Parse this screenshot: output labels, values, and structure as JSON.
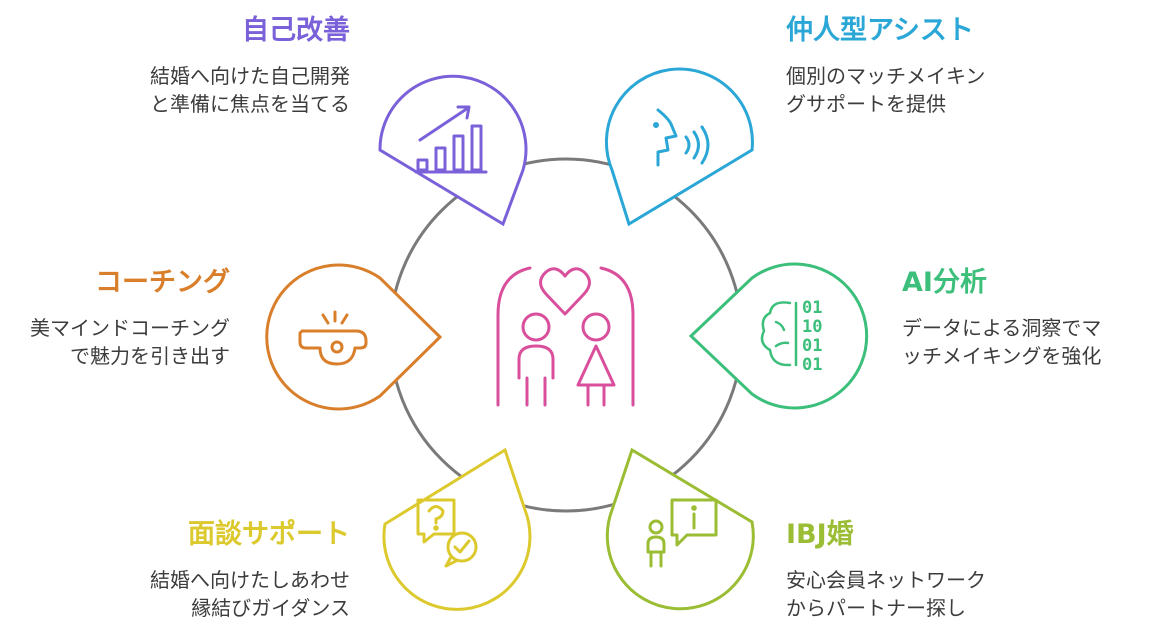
{
  "colors": {
    "purple": "#7b61d9",
    "blue": "#2aa7d6",
    "orange": "#d97f2b",
    "green": "#3cbf7a",
    "yellow": "#dcc92e",
    "olive": "#9bbd34",
    "pink": "#d94f9c",
    "ring": "#7a7a7a"
  },
  "center": {
    "icon": "couple-heart-arch-icon"
  },
  "items": [
    {
      "title": "自己改善",
      "desc": "結婚へ向けた自己開発\nと準備に焦点を当てる",
      "icon": "growth-chart-icon"
    },
    {
      "title": "仲人型アシスト",
      "desc": "個別のマッチメイキン\nグサポートを提供",
      "icon": "speaking-head-icon"
    },
    {
      "title": "コーチング",
      "desc": "美マインドコーチング\nで魅力を引き出す",
      "icon": "whistle-icon"
    },
    {
      "title": "AI分析",
      "desc": "データによる洞察でマ\nッチメイキングを強化",
      "icon": "brain-binary-icon"
    },
    {
      "title": "面談サポート",
      "desc": "結婚へ向けたしあわせ\n縁結びガイダンス",
      "icon": "chat-question-check-icon"
    },
    {
      "title": "IBJ婚",
      "desc": "安心会員ネットワーク\nからパートナー探し",
      "icon": "person-info-icon"
    }
  ]
}
